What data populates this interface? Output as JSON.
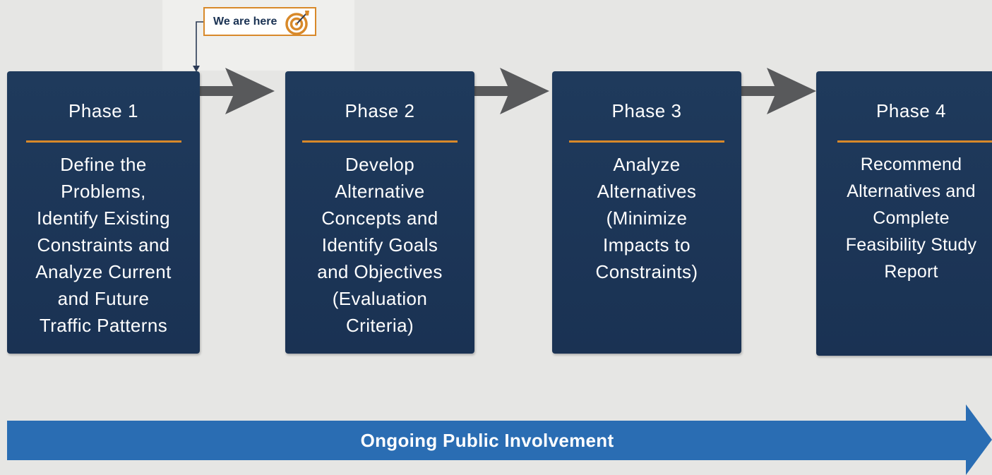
{
  "callout": {
    "label": "We are here",
    "icon": "target-icon",
    "accent": "#d8892a"
  },
  "phases": [
    {
      "title": "Phase 1",
      "description": "Define the\nProblems,\nIdentify Existing\nConstraints and\nAnalyze Current\nand Future\nTraffic Patterns"
    },
    {
      "title": "Phase 2",
      "description": "Develop\nAlternative\nConcepts and\nIdentify Goals\nand Objectives\n(Evaluation\nCriteria)"
    },
    {
      "title": "Phase 3",
      "description": "Analyze\nAlternatives\n(Minimize\nImpacts to\nConstraints)"
    },
    {
      "title": "Phase 4",
      "description": "Recommend\nAlternatives and\nComplete\nFeasibility Study\nReport"
    }
  ],
  "public_involvement": {
    "label": "Ongoing Public Involvement"
  },
  "colors": {
    "phase_box": "#1a3253",
    "phase_rule": "#d8892a",
    "arrow": "#58595b",
    "public_bar": "#2a6db3"
  }
}
